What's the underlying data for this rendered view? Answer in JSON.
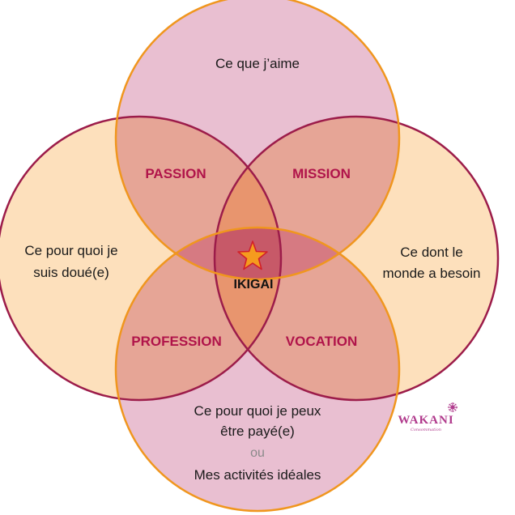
{
  "diagram": {
    "circles": {
      "top": {
        "label": "Ce que j’aime"
      },
      "left": {
        "lines": [
          "Ce pour quoi je",
          "suis doué(e)"
        ]
      },
      "right": {
        "lines": [
          "Ce dont le",
          "monde a besoin"
        ]
      },
      "bottom": {
        "lines": [
          "Ce pour quoi je peux",
          "être payé(e)"
        ],
        "or_text": "ou",
        "alt_text": "Mes activités idéales"
      }
    },
    "overlaps": {
      "passion": "PASSION",
      "mission": "MISSION",
      "profession": "PROFESSION",
      "vocation": "VOCATION"
    },
    "center": {
      "label": "IKIGAI"
    }
  },
  "logo": {
    "name": "WAKANI",
    "tagline": "Consommation"
  },
  "colors": {
    "top_fill": "#e9bfd1",
    "bottom_fill": "#e9bfd1",
    "side_fill": "#fde0bc",
    "overlap_fill": "#e6a596",
    "center_band_fill": "#d67a82",
    "center_lens_fill": "#e8956e",
    "center_core_fill": "#c75968",
    "orange_stroke": "#f0961e",
    "crimson_stroke": "#9c1c4a",
    "overlap_text": "#b0144a",
    "star_fill": "#f59b1e",
    "star_stroke": "#d11f2a",
    "logo_color": "#b03a8c"
  }
}
